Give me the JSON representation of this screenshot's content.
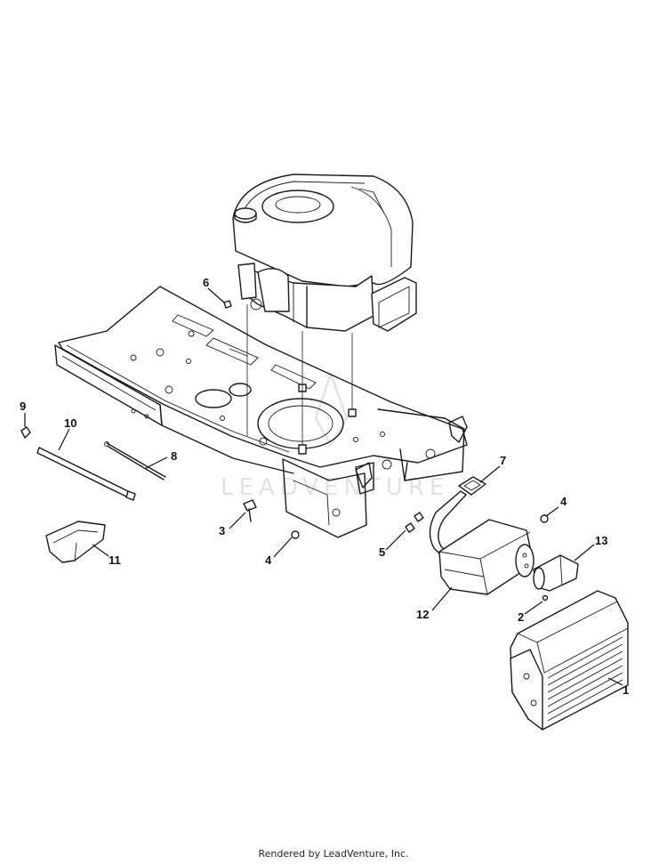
{
  "watermark": "LEADVENTURE",
  "footer": "Rendered by LeadVenture, Inc.",
  "callouts": {
    "c1": "1",
    "c2": "2",
    "c3": "3",
    "c4a": "4",
    "c4b": "4",
    "c5": "5",
    "c6": "6",
    "c7": "7",
    "c8": "8",
    "c9": "9",
    "c10": "10",
    "c11": "11",
    "c12": "12",
    "c13": "13"
  }
}
